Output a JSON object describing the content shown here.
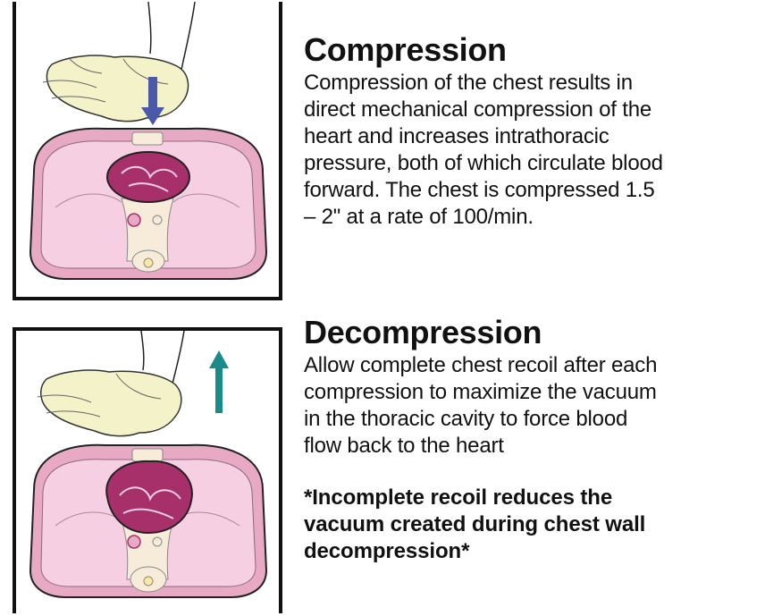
{
  "compression": {
    "heading": "Compression",
    "body": "Compression of the chest results in\ndirect mechanical compression of the\nheart and increases intrathoracic\npressure, both of which circulate blood\nforward. The chest is compressed 1.5\n– 2\" at a  rate of 100/min.",
    "arrow_color": "#4a5aa8"
  },
  "decompression": {
    "heading": "Decompression",
    "body": "Allow complete chest recoil after each\ncompression to maximize the vacuum\nin the thoracic cavity to force blood\nflow back to the heart",
    "note": "*Incomplete recoil reduces the\nvacuum created during chest wall\ndecompression*",
    "arrow_color": "#1a8a8a"
  },
  "colors": {
    "hand": "#f4f2c8",
    "chest_wall": "#e8a9c4",
    "lung": "#f6cfe2",
    "heart": "#a8306a",
    "spine": "#f7ecd9"
  }
}
